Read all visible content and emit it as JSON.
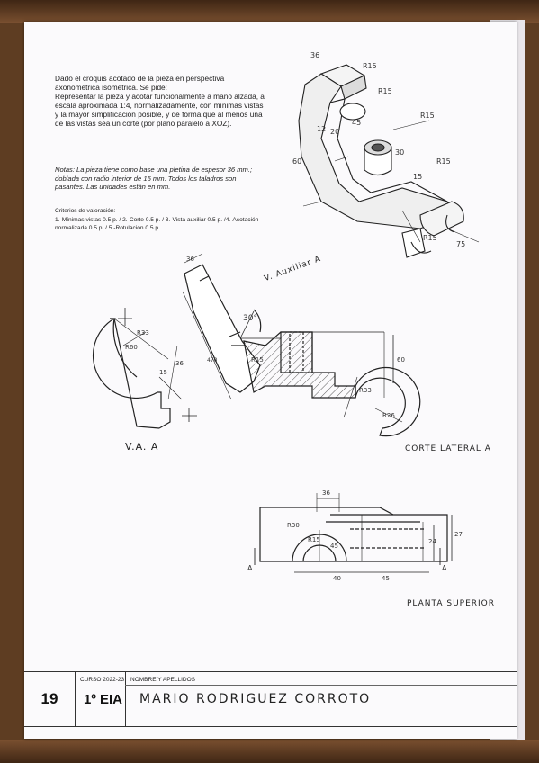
{
  "instructions": {
    "line1": "Dado el croquis acotado de la pieza en perspectiva",
    "line2": "axonométrica isométrica. Se pide:",
    "line3": "Representar la pieza y acotar funcionalmente a mano alzada, a",
    "line4": "escala aproximada 1:4, normalizadamente, con mínimas vistas",
    "line5": "y la mayor simplificación posible, y de forma que al menos una",
    "line6": "de las vistas sea un corte (por plano paralelo a XOZ)."
  },
  "notes": {
    "line1": "Notas: La pieza tiene como base una pletina de espesor 36 mm.;",
    "line2": "doblada con radio interior de 15 mm. Todos los taladros son",
    "line3": "pasantes. Las unidades están en mm."
  },
  "criteria": {
    "title": "Criterios de valoración:",
    "line1": "1.-Mínimas vistas 0.5 p. / 2.-Corte 0.5 p. / 3.-Vista auxiliar 0.5 p. /4.-Acotación",
    "line2": "normalizada 0.5 p. / 5.-Rotulación 0.5 p."
  },
  "handwritten": {
    "aux_view_arrow": "V. Auxiliar A",
    "aux_view_label": "V.A. A",
    "section_label": "CORTE LATERAL A",
    "plan_label": "PLANTA SUPERIOR"
  },
  "iso_dims": {
    "r15_a": "R15",
    "r15_b": "R15",
    "r15_c": "R15",
    "r15_d": "R15",
    "r15_e": "R15",
    "d36": "36",
    "d12": "12",
    "d20": "20",
    "d45": "45",
    "d30": "30",
    "d60": "60",
    "d75": "75",
    "d15": "15"
  },
  "view_dims": {
    "d36_top": "36",
    "angle30": "30°",
    "d470": "470",
    "d60_sec": "60",
    "r15_sec": "R15",
    "r33_sec": "R33",
    "r26_sec": "R26",
    "r33_aux": "R33",
    "r60_aux": "R60",
    "d15_aux": "15",
    "d36_aux": "36",
    "d36_plan": "36",
    "r15_plan": "R15",
    "r30_plan": "R30",
    "d45_plan": "45",
    "d40_plan": "40",
    "d45b_plan": "45",
    "d24_plan": "24",
    "d27_plan": "27",
    "sec_a1": "A",
    "sec_a2": "A"
  },
  "title_block": {
    "number": "19",
    "course_label": "CURSO 2022-23",
    "course_value": "1º EIA",
    "name_label": "NOMBRE Y APELLIDOS",
    "name_value": "MARIO   RODRIGUEZ   CORROTO"
  }
}
